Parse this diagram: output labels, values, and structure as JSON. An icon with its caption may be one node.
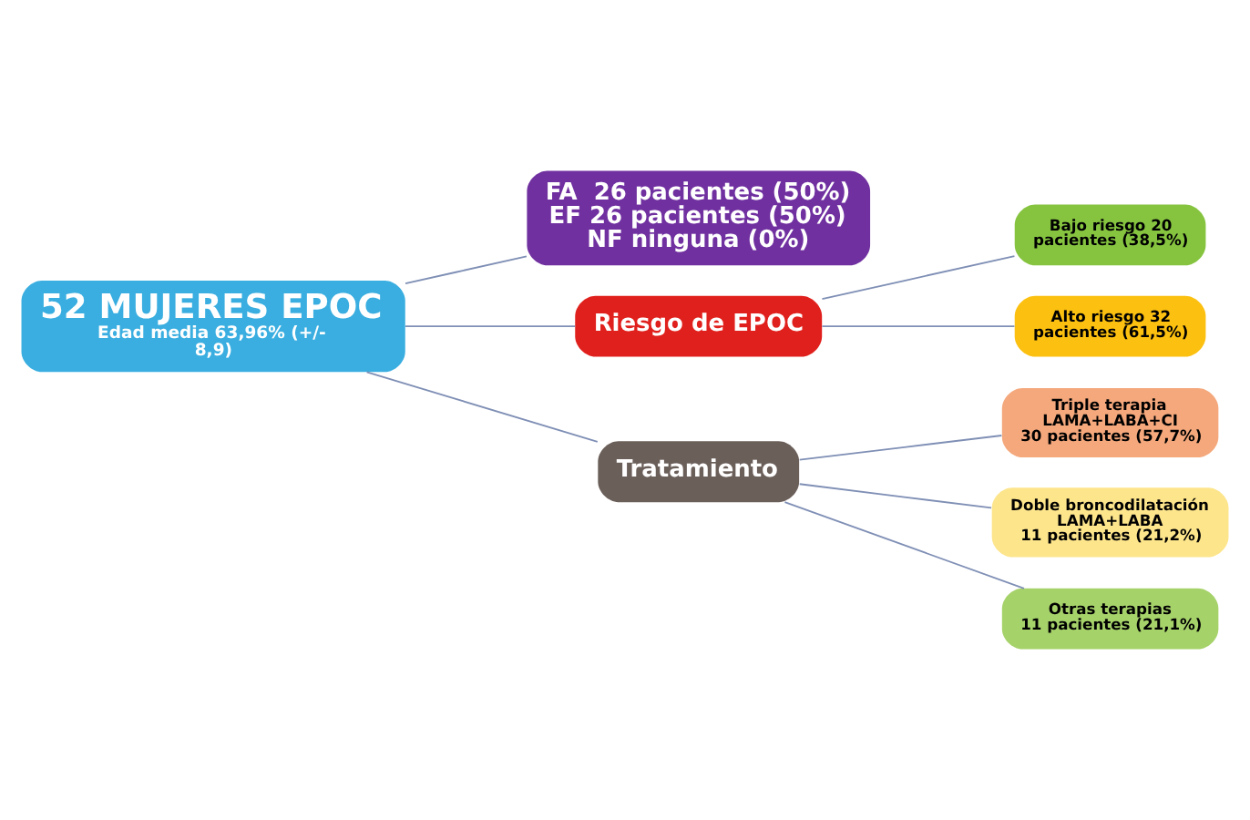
{
  "diagram": {
    "nodes": [
      {
        "text": [
          "52 MUJERES EPOC",
          "Edad media 63,96% (+/- 8,9)"
        ]
      },
      {
        "text": [
          "FA  26 pacientes (50%)",
          "EF 26 pacientes (50%)",
          "NF ninguna (0%)"
        ]
      },
      {
        "text": [
          "Riesgo de EPOC"
        ]
      },
      {
        "text": [
          "Tratamiento"
        ]
      },
      {
        "text": [
          "Bajo riesgo 20 pacientes (38,5%)"
        ]
      },
      {
        "text": [
          "Alto riesgo 32 pacientes (61,5%)"
        ]
      },
      {
        "text": [
          "Triple terapia LAMA+LABA+CI",
          "30 pacientes (57,7%)"
        ]
      },
      {
        "text": [
          "Doble broncodilatación LAMA+LABA",
          "11 pacientes (21,2%)"
        ]
      },
      {
        "text": [
          "Otras terapias",
          "11 pacientes (21,1%)"
        ]
      }
    ],
    "edges": [
      {
        "from": 0,
        "to": 1,
        "arrow": "none"
      },
      {
        "from": 0,
        "to": 2,
        "arrow": "none"
      },
      {
        "from": 0,
        "to": 3,
        "arrow": "none"
      },
      {
        "from": 2,
        "to": 4,
        "arrow": "none"
      },
      {
        "from": 2,
        "to": 5,
        "arrow": "none"
      },
      {
        "from": 3,
        "to": 6,
        "arrow": "none"
      },
      {
        "from": 3,
        "to": 7,
        "arrow": "none"
      },
      {
        "from": 3,
        "to": 8,
        "arrow": "none"
      }
    ]
  }
}
